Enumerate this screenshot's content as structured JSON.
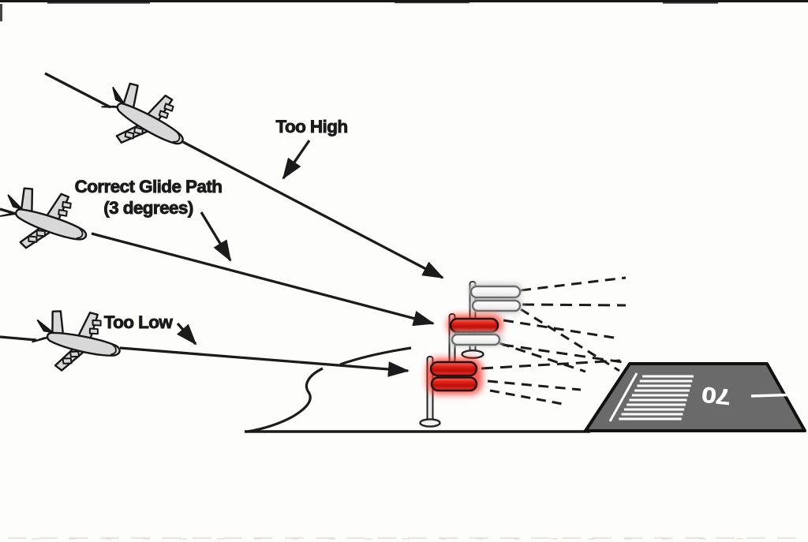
{
  "diagram": {
    "labels": {
      "too_high": "Too High",
      "correct_glide_path": "Correct Glide Path",
      "correct_glide_path_degrees": "(3 degrees)",
      "too_low": "Too Low"
    },
    "runway": {
      "number": "70"
    },
    "approach_lights": {
      "units": [
        {
          "indication": "above glide path",
          "bars": [
            "white",
            "white"
          ]
        },
        {
          "indication": "on glide path",
          "bars": [
            "red",
            "white"
          ]
        },
        {
          "indication": "below glide path",
          "bars": [
            "red",
            "red"
          ]
        }
      ]
    },
    "colors": {
      "ink": "#1b1b1b",
      "light_red": "#e02018",
      "light_white": "#f8f8f8",
      "runway_gray": "#6a6a6a",
      "airplane_gray": "#d8d8d8",
      "background": "#fdfdfc"
    }
  }
}
